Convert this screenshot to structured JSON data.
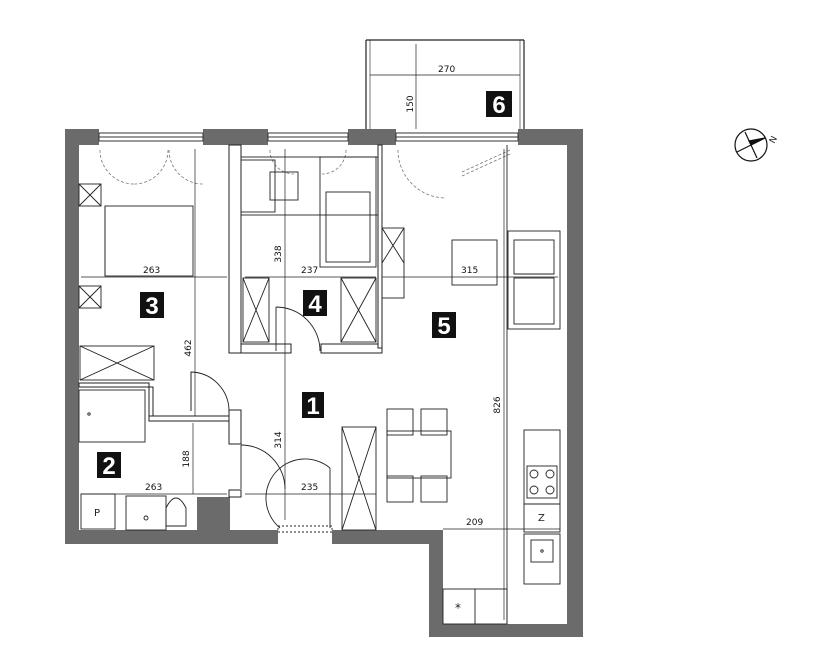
{
  "rooms": [
    {
      "label": "1"
    },
    {
      "label": "2"
    },
    {
      "label": "3"
    },
    {
      "label": "4"
    },
    {
      "label": "5"
    },
    {
      "label": "6"
    }
  ],
  "dimensions": {
    "balcony_width": "270",
    "balcony_depth": "150",
    "room3_width": "263",
    "room3_length": "462",
    "room4_width": "237",
    "room4_length": "338",
    "room5_width": "315",
    "room5_length": "826",
    "hall_width": "235",
    "hall_length": "314",
    "bath_width": "263",
    "bath_length": "188",
    "kitchen_width": "209"
  },
  "symbols": {
    "washer": "P",
    "fridge": "Z",
    "freezer": "*",
    "compass": "N"
  }
}
